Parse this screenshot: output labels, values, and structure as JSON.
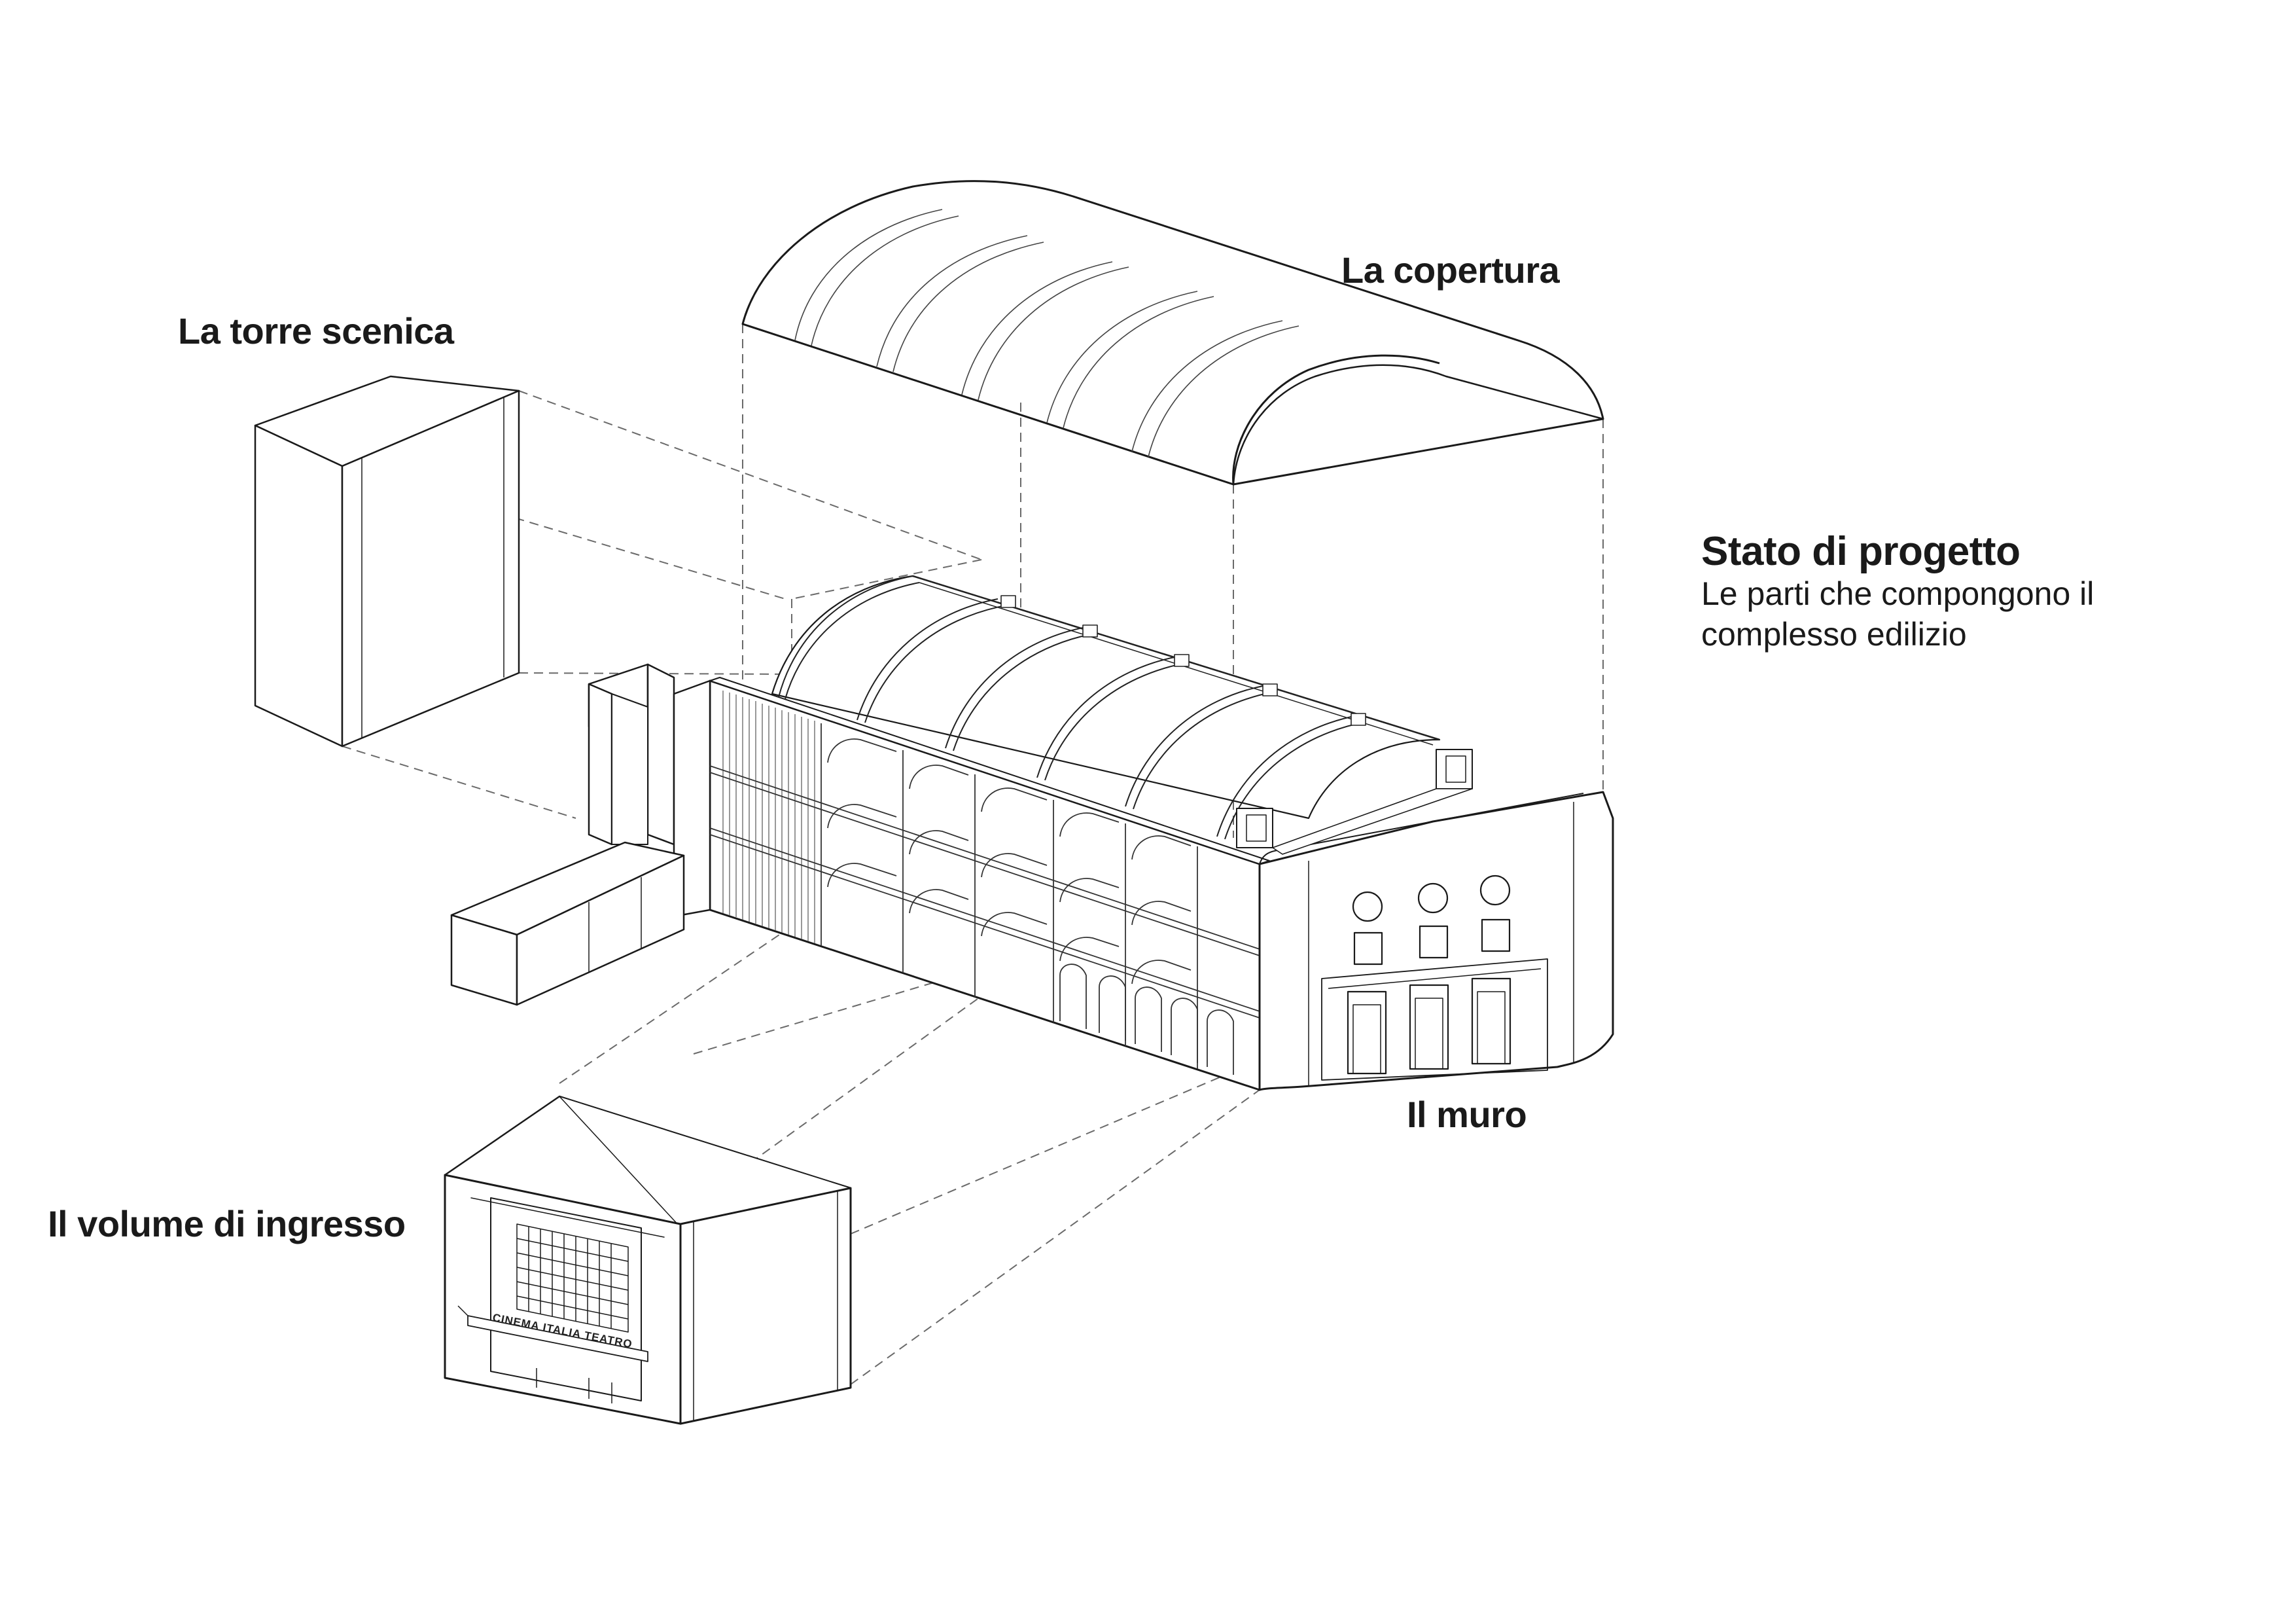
{
  "labels": {
    "torre": "La torre scenica",
    "copertura": "La copertura",
    "muro": "Il muro",
    "ingresso": "Il volume di ingresso"
  },
  "legend": {
    "title": "Stato di progetto",
    "subtitle_line1": "Le parti che compongono il",
    "subtitle_line2": "complesso edilizio"
  },
  "sign_text": "CINEMA ITALIA TEATRO",
  "colors": {
    "line": "#1a1a1a",
    "thin_line": "#555555",
    "dashed": "#6a6a6a",
    "background": "#ffffff"
  }
}
